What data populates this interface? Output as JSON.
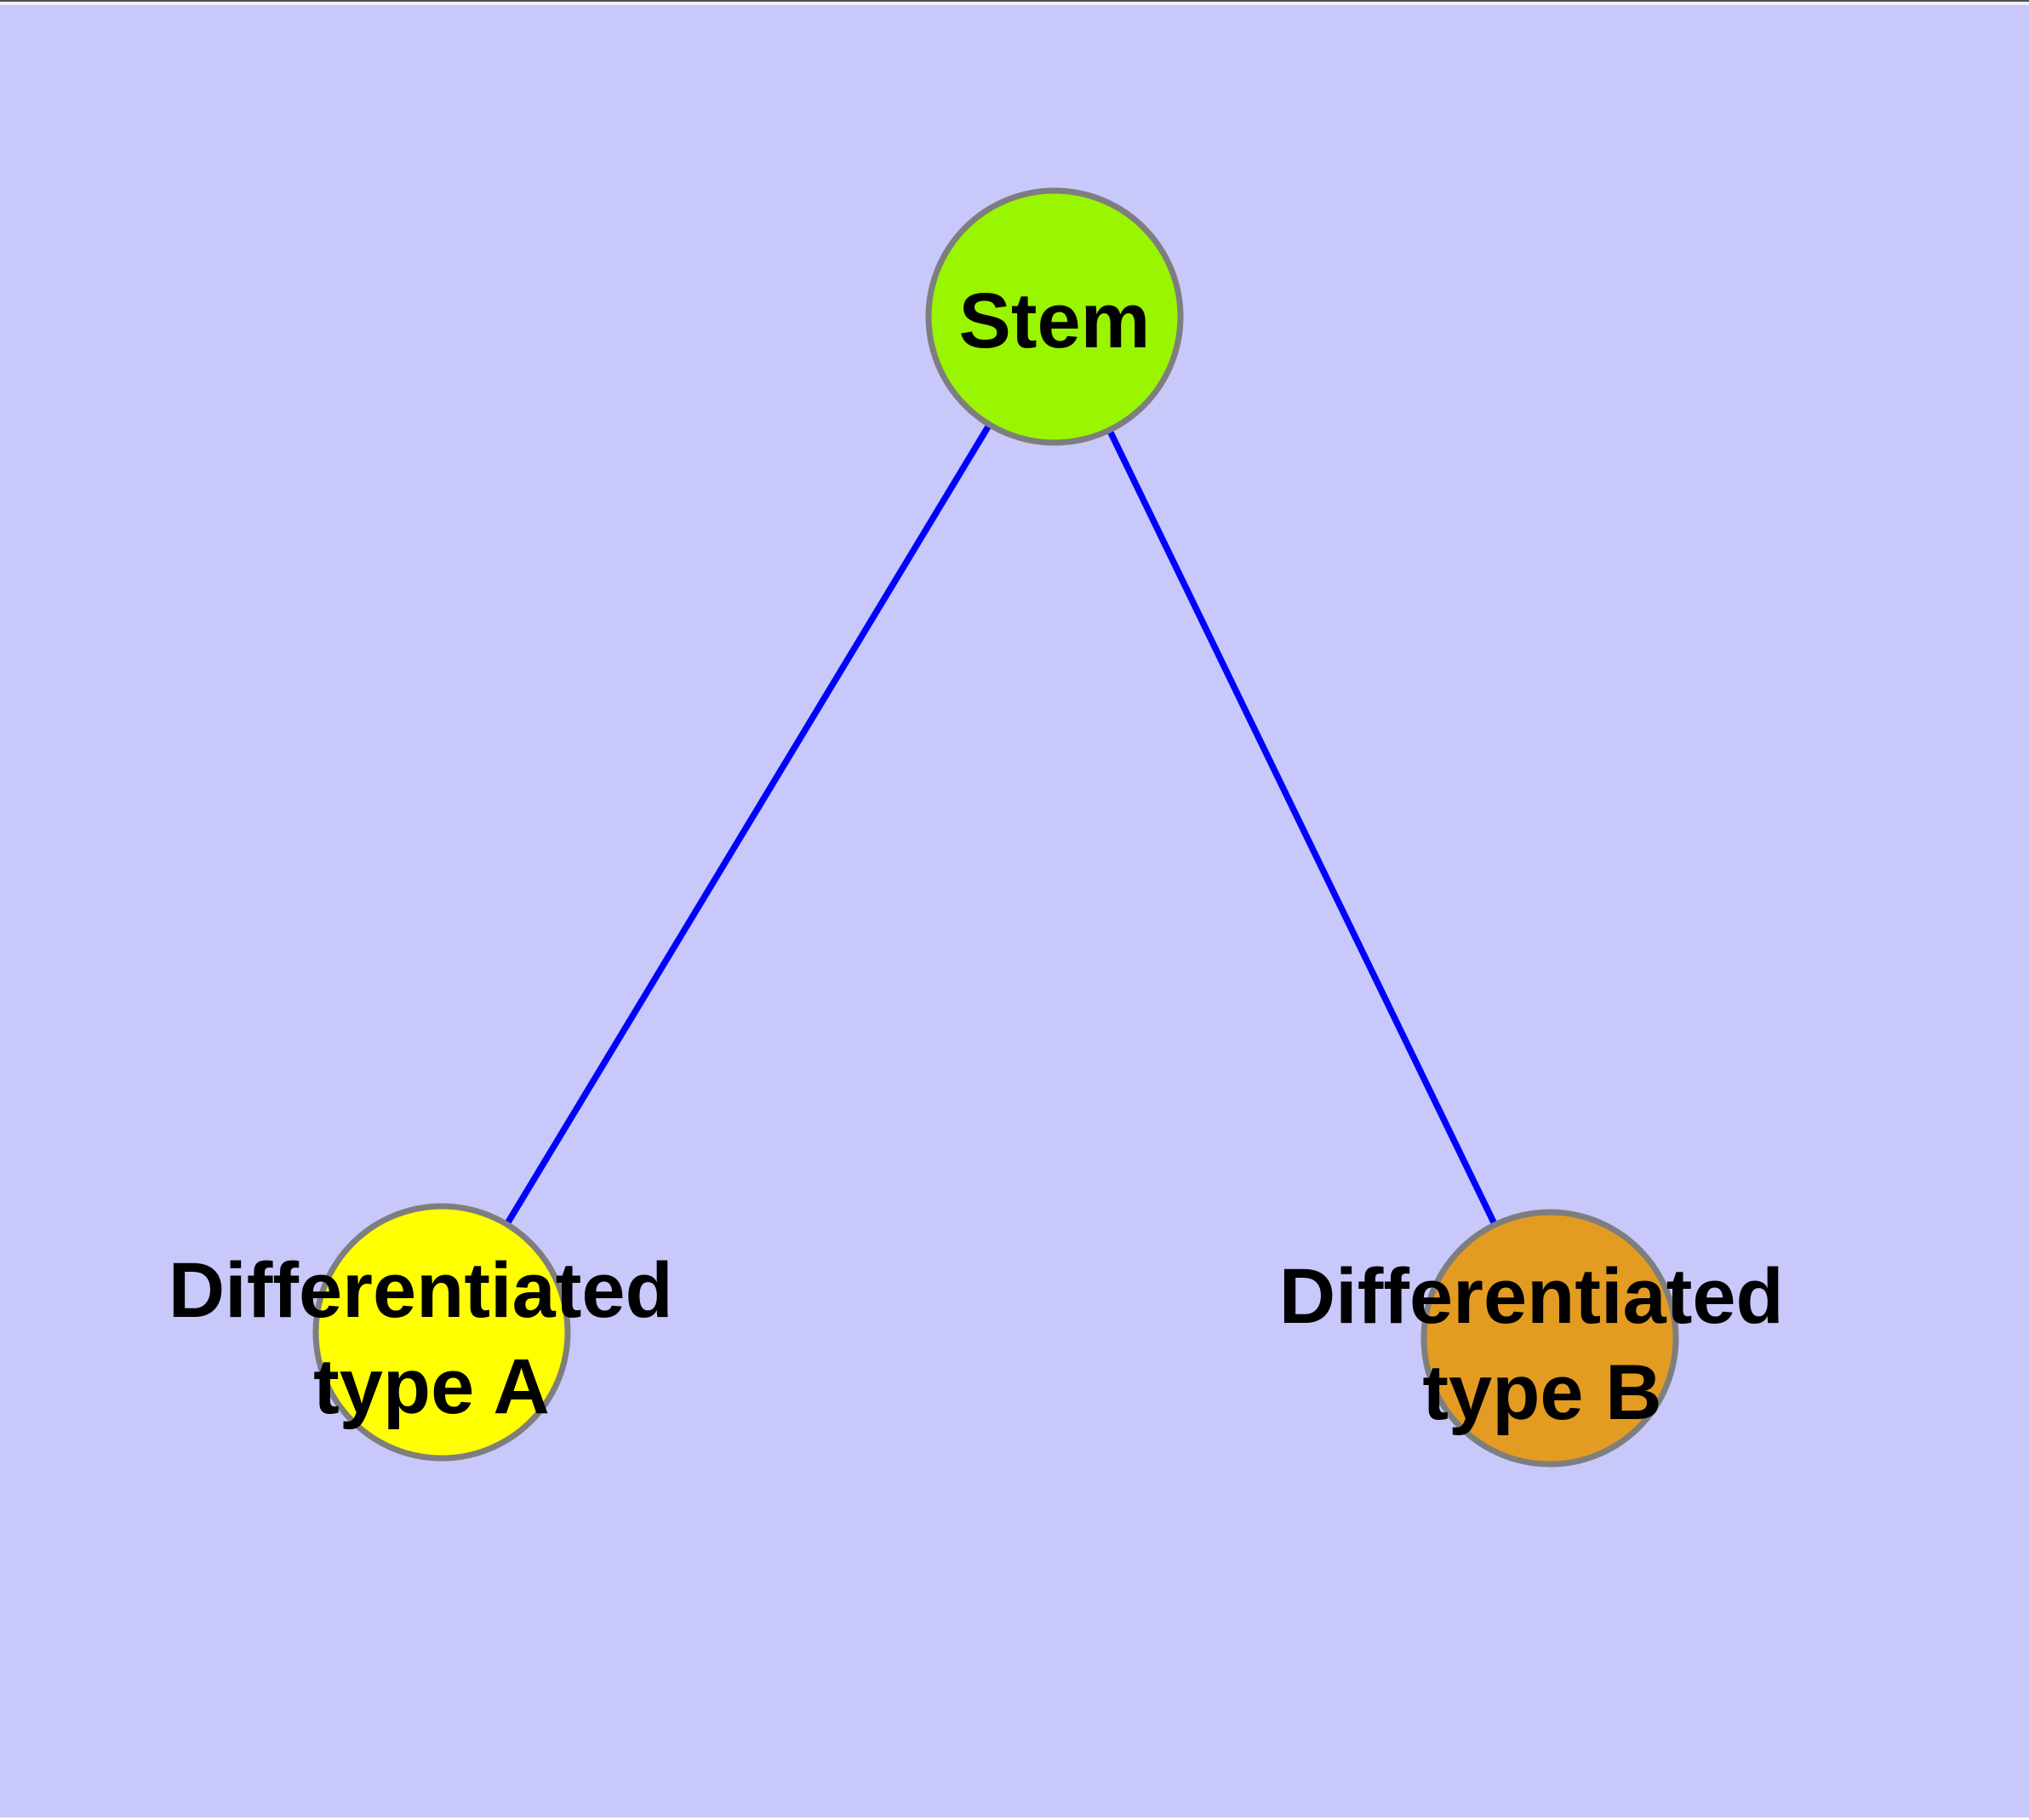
{
  "diagram": {
    "type": "graph",
    "background_color": "#C8C8FA",
    "background_style": "background:#C8C8FA",
    "edge_color": "#0000FF",
    "node_border_color": "#7E7E7E",
    "label_color": "#000000",
    "nodes": [
      {
        "id": "stem",
        "label": "Stem",
        "label_line1": "Stem",
        "label_line2": "",
        "color": "#9AF500"
      },
      {
        "id": "differentiated-type-a",
        "label": "Differentiated type A",
        "label_line1": "Differentiated",
        "label_line2": "type A",
        "color": "#FFFF00"
      },
      {
        "id": "differentiated-type-b",
        "label": "Differentiated type B",
        "label_line1": "Differentiated",
        "label_line2": "type B",
        "color": "#E39C21"
      }
    ],
    "edges": [
      {
        "from": "Stem",
        "to": "Differentiated type A"
      },
      {
        "from": "Stem",
        "to": "Differentiated type B"
      }
    ]
  }
}
